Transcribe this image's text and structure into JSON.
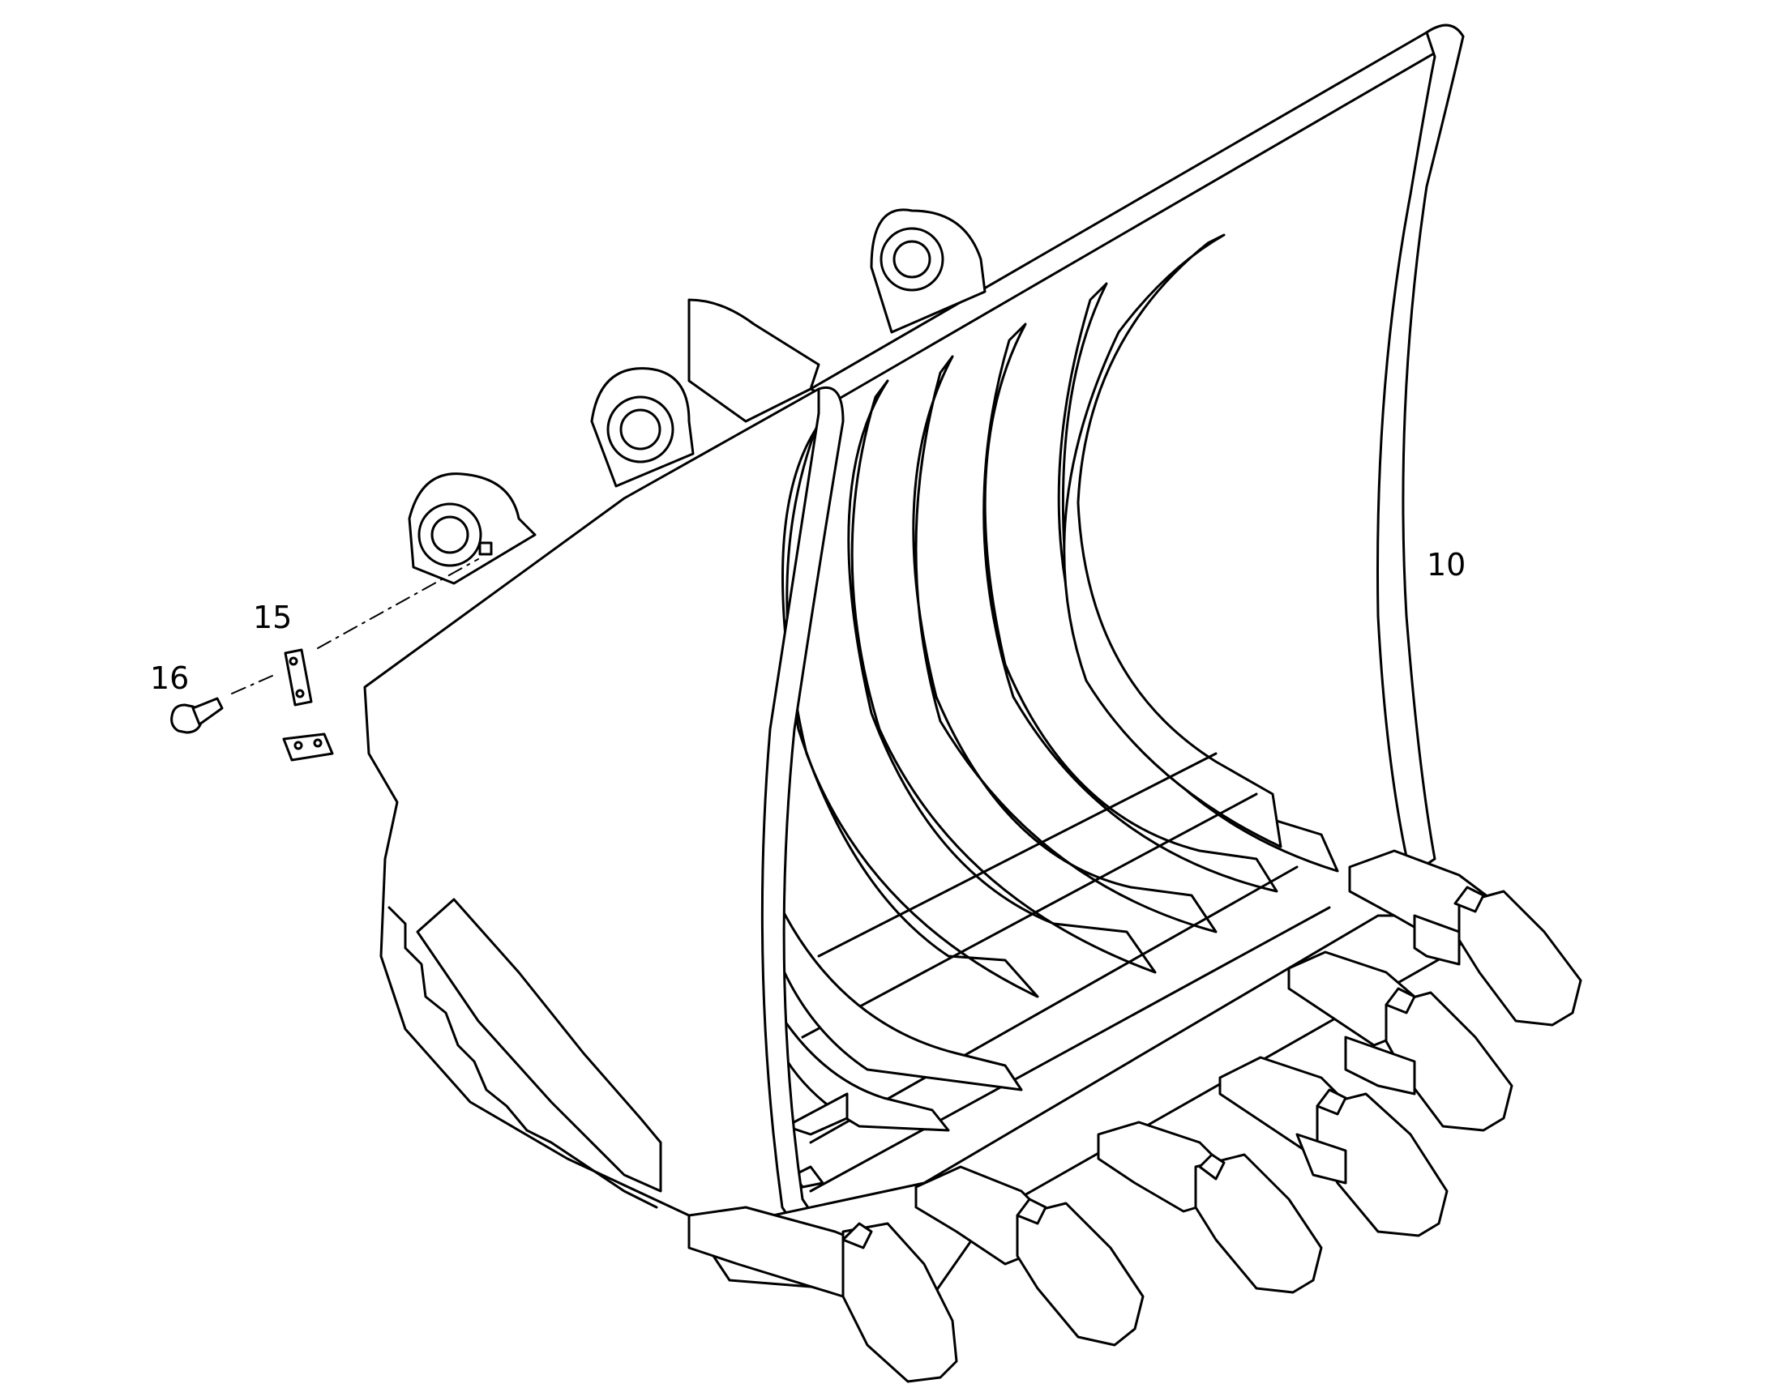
{
  "diagram": {
    "callouts": [
      {
        "id": "10",
        "label": "10",
        "part": "bucket"
      },
      {
        "id": "15",
        "label": "15",
        "part": "plate"
      },
      {
        "id": "16",
        "label": "16",
        "part": "bolt"
      }
    ]
  },
  "colors": {
    "stroke": "#000000",
    "background": "#ffffff"
  }
}
